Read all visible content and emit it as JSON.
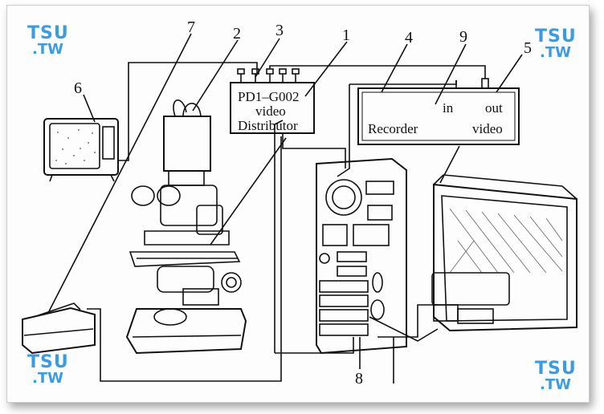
{
  "watermark": {
    "line1": "TSU",
    "line2": ".TW",
    "color": "#3d9be0",
    "dot_color": "#f5a623"
  },
  "callouts": [
    "1",
    "2",
    "3",
    "4",
    "5",
    "6",
    "7",
    "8",
    "9"
  ],
  "distributor": {
    "line1": "PD1–G002",
    "line2": "video",
    "line3": "Distributor"
  },
  "recorder": {
    "in": "in",
    "out": "out",
    "recorder": "Recorder",
    "video": "video"
  }
}
